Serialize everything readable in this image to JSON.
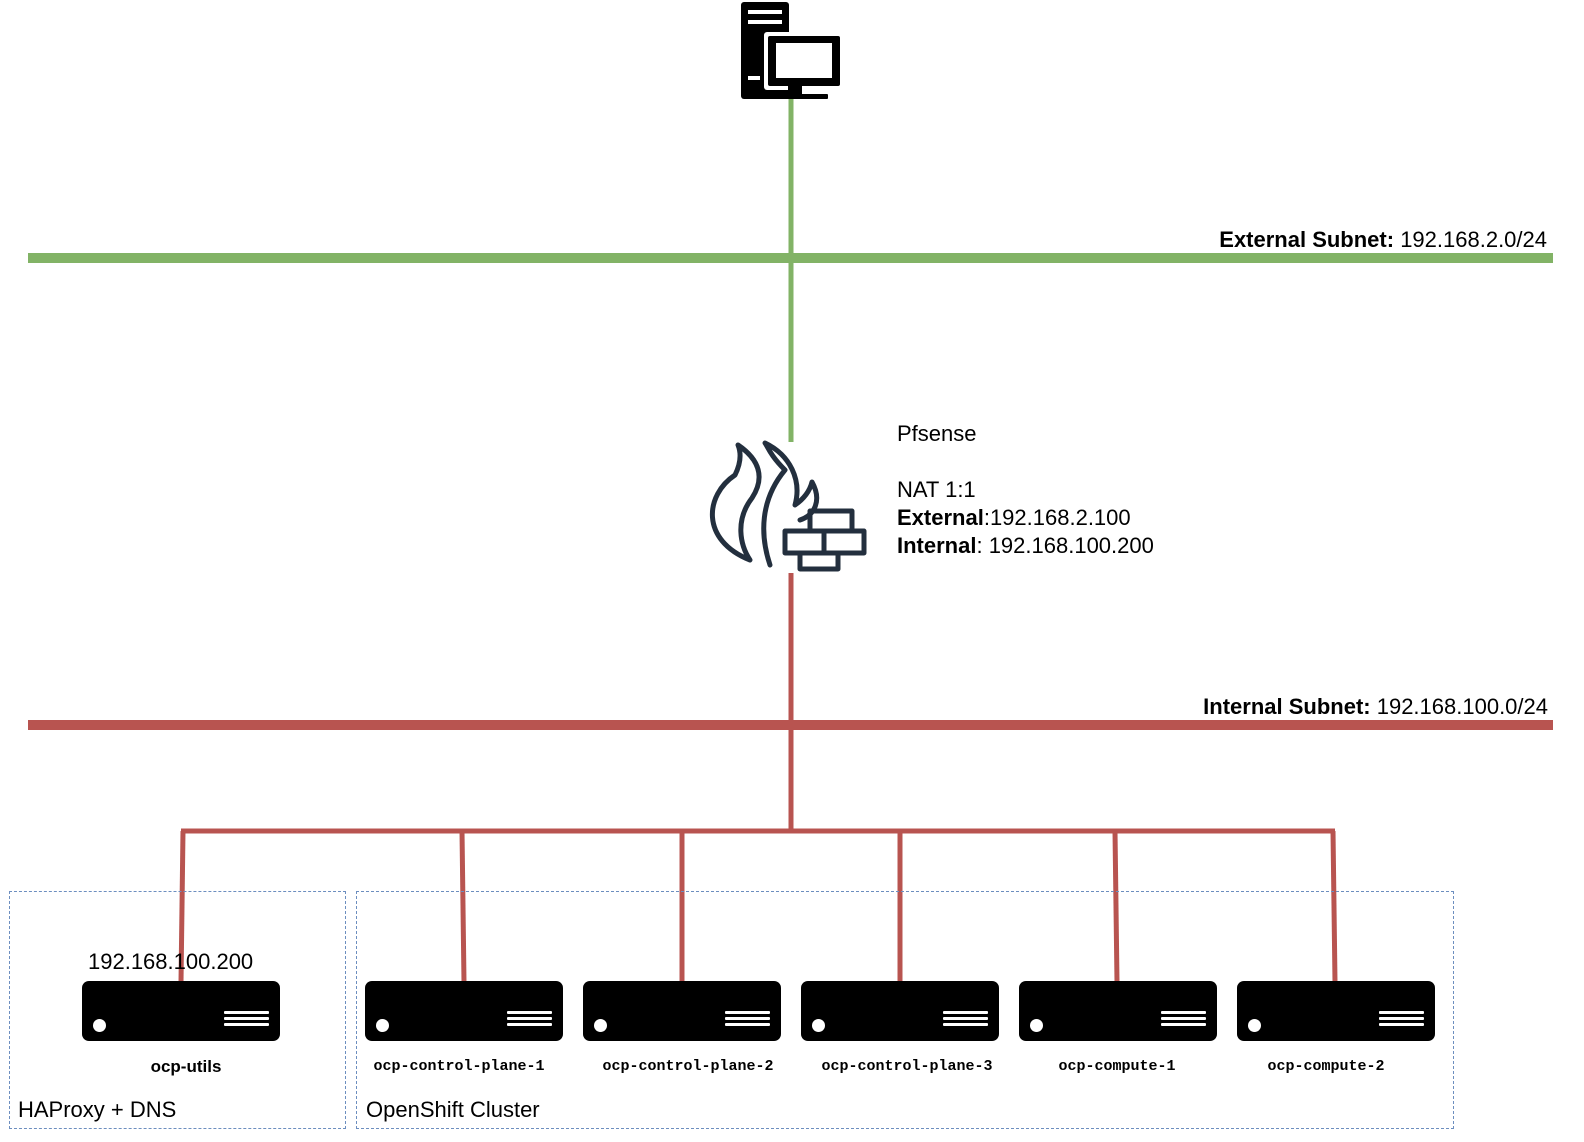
{
  "colors": {
    "external_line": "#82b366",
    "internal_line": "#b85450",
    "group_border": "#6c8ebf",
    "icon_dark": "#232f3e"
  },
  "workstation": {
    "icon": "workstation-icon"
  },
  "external_subnet": {
    "label_bold": "External Subnet:",
    "value": " 192.168.2.0/24"
  },
  "firewall": {
    "icon": "firewall-icon",
    "name": "Pfsense",
    "nat_title": "NAT 1:1",
    "external_label": "External",
    "external_value": ":192.168.2.100",
    "internal_label": "Internal",
    "internal_value": ": 192.168.100.200"
  },
  "internal_subnet": {
    "label_bold": "Internal Subnet:",
    "value": " 192.168.100.0/24"
  },
  "groups": {
    "utils": {
      "label": "HAProxy + DNS"
    },
    "cluster": {
      "label": "OpenShift Cluster"
    }
  },
  "servers": [
    {
      "name": "ocp-utils",
      "ip": "192.168.100.200",
      "icon": "server-icon"
    },
    {
      "name": "ocp-control-plane-1",
      "icon": "server-icon"
    },
    {
      "name": "ocp-control-plane-2",
      "icon": "server-icon"
    },
    {
      "name": "ocp-control-plane-3",
      "icon": "server-icon"
    },
    {
      "name": "ocp-compute-1",
      "icon": "server-icon"
    },
    {
      "name": "ocp-compute-2",
      "icon": "server-icon"
    }
  ]
}
